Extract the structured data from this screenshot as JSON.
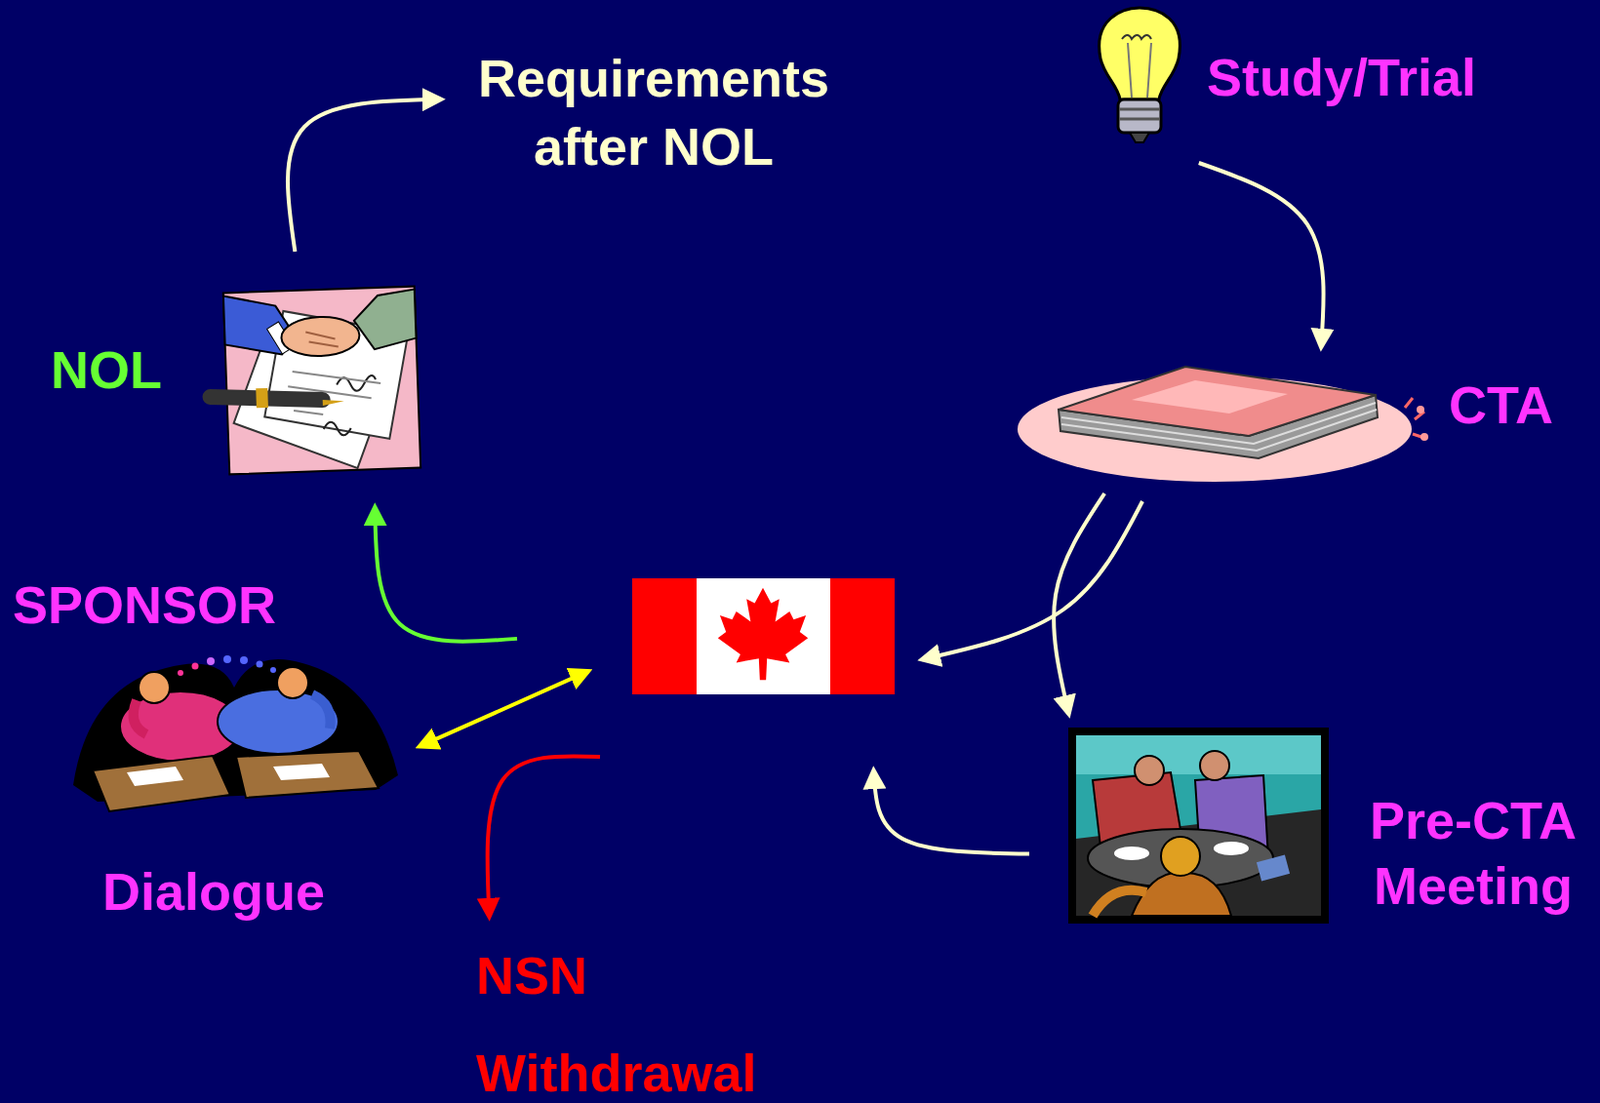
{
  "diagram": {
    "nodes": [
      {
        "text": [
          "Requirements after NOL"
        ]
      },
      {
        "text": [
          "Study/Trial"
        ]
      },
      {
        "text": [
          "NOL"
        ]
      },
      {
        "text": [
          "CTA"
        ]
      },
      {
        "text": [
          "SPONSOR",
          "Dialogue"
        ]
      },
      {
        "text": []
      },
      {
        "text": [
          "Pre-CTA Meeting"
        ]
      },
      {
        "text": [
          "NSN",
          "Withdrawal"
        ]
      }
    ],
    "edges": [
      {
        "from": 1,
        "to": 3,
        "arrow": "to"
      },
      {
        "from": 3,
        "to": 5,
        "arrow": "to"
      },
      {
        "from": 3,
        "to": 6,
        "arrow": "to"
      },
      {
        "from": 6,
        "to": 5,
        "arrow": "to"
      },
      {
        "from": 5,
        "to": 2,
        "arrow": "to"
      },
      {
        "from": 2,
        "to": 0,
        "arrow": "to"
      },
      {
        "from": 5,
        "to": 4,
        "arrow": "both"
      },
      {
        "from": 5,
        "to": 7,
        "arrow": "to"
      }
    ]
  }
}
